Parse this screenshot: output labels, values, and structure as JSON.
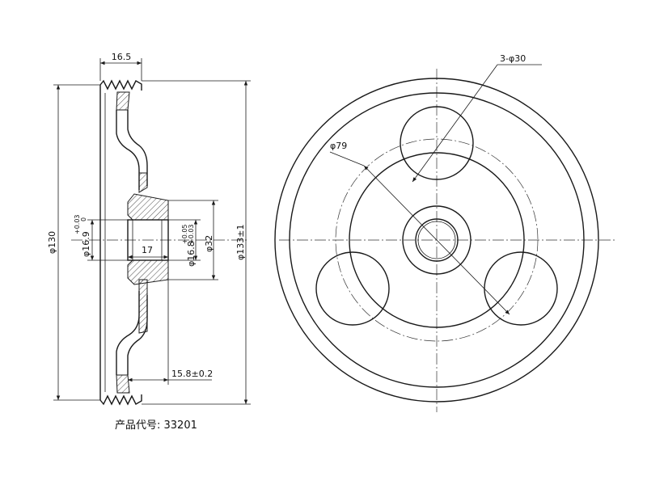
{
  "dimensions": {
    "width_16_5": "16.5",
    "dia_130": "φ130",
    "dia_16_9": "φ16.9",
    "tol_16_9_upper": "+0.03",
    "tol_16_9_lower": "0",
    "len_17": "17",
    "dia_16_8": "φ16.8",
    "tol_16_8_upper": "+0.05",
    "tol_16_8_lower": "+0.03",
    "dia_32": "φ32",
    "dia_133": "φ133±1",
    "hub_15_8": "15.8±0.2",
    "holes": "3-φ30",
    "pcd_79": "φ79"
  },
  "product_code": "产品代号: 33201"
}
